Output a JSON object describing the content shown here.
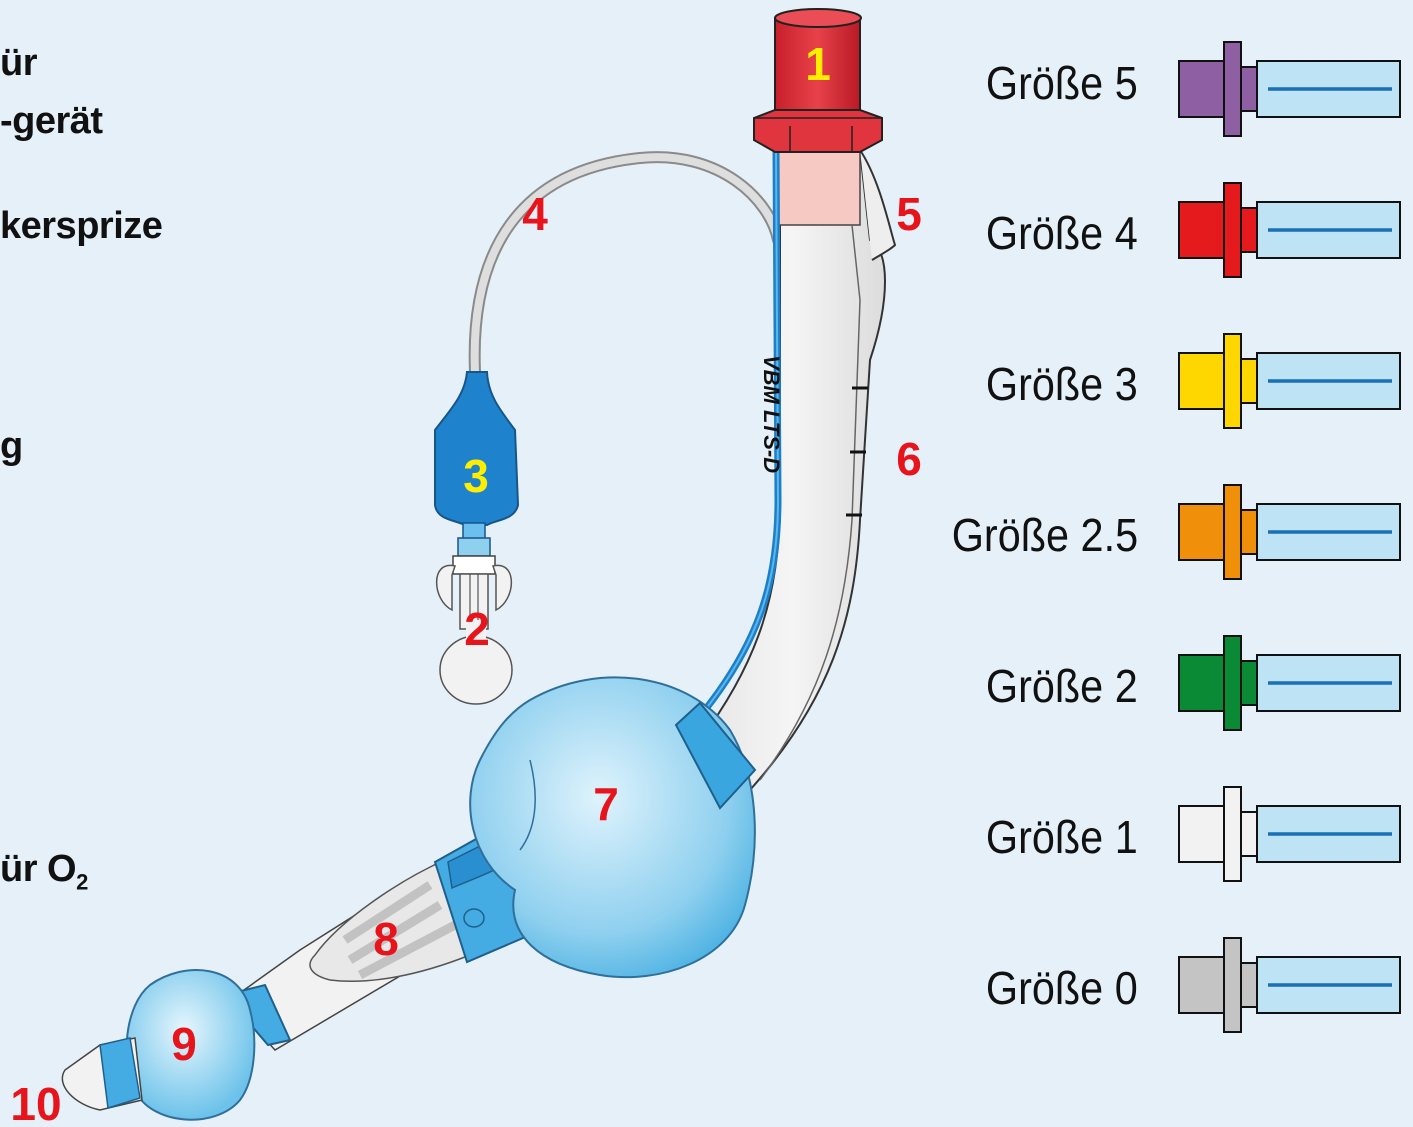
{
  "left_captions": [
    "ür",
    "-gerät",
    "kersprize",
    "g",
    "ür O",
    "2"
  ],
  "tube_imprint": "VBM  LTS-D",
  "part_numbers": [
    "1",
    "2",
    "3",
    "4",
    "5",
    "6",
    "7",
    "8",
    "9",
    "10"
  ],
  "sizes": [
    {
      "label": "Größe 5",
      "color": "#8e5fa3"
    },
    {
      "label": "Größe 4",
      "color": "#e41a1c"
    },
    {
      "label": "Größe 3",
      "color": "#ffd700"
    },
    {
      "label": "Größe 2.5",
      "color": "#f0900a"
    },
    {
      "label": "Größe 2",
      "color": "#0a8a35"
    },
    {
      "label": "Größe 1",
      "color": "#f2f2f2"
    },
    {
      "label": "Größe 0",
      "color": "#c4c4c4"
    }
  ],
  "colors": {
    "background": "#e6f0f8",
    "number_red": "#e8141c",
    "number_yellow": "#ffee00",
    "cuff_blue": "#8fd0ef",
    "pilot_blue": "#1e7fc8"
  }
}
